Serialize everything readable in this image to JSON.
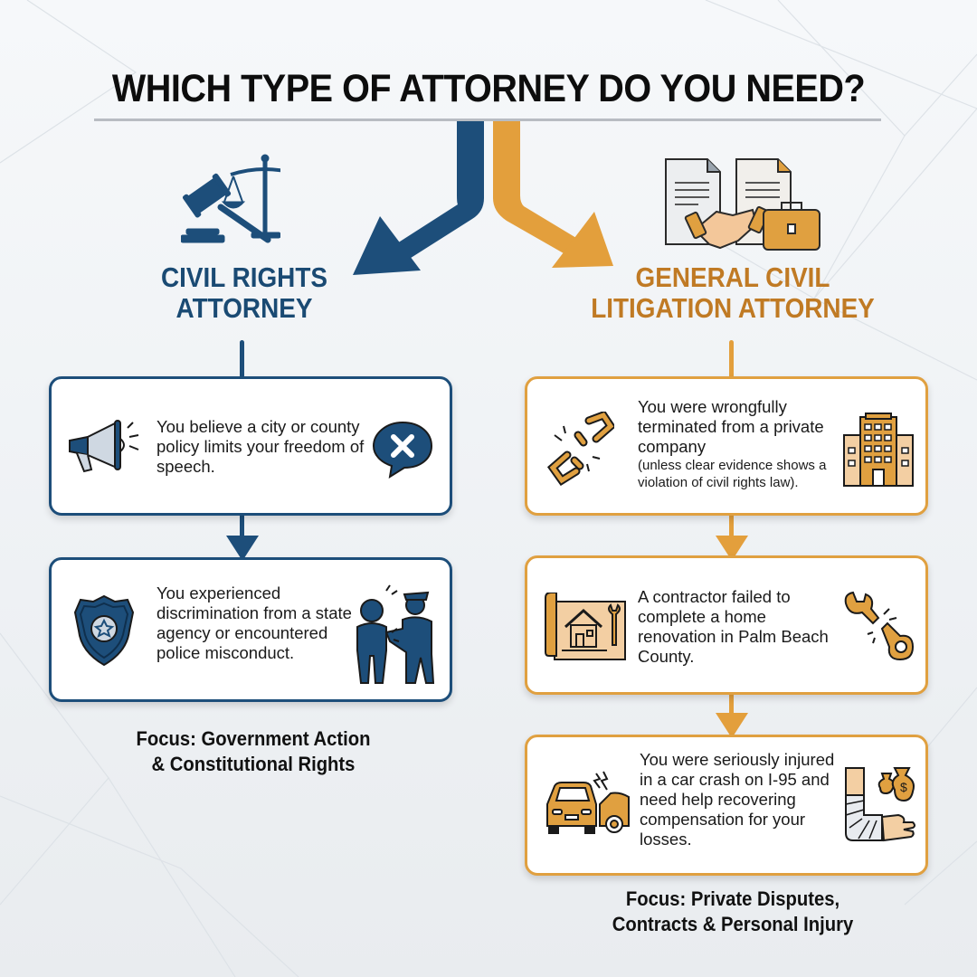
{
  "title": "WHICH TYPE OF ATTORNEY DO YOU NEED?",
  "colors": {
    "civil_rights": "#1d4e7a",
    "general_civil": "#e0a040",
    "general_civil_text": "#c07a24",
    "title": "#0d0d0d",
    "rule": "#b8bcc2"
  },
  "left": {
    "header_icon": "gavel-and-scales-icon",
    "heading_line1": "CIVIL RIGHTS",
    "heading_line2": "ATTORNEY",
    "cards": [
      {
        "left_icon": "megaphone-icon",
        "text": "You believe a city or county policy limits your freedom of speech.",
        "right_icon": "speech-bubble-x-icon"
      },
      {
        "left_icon": "police-badge-icon",
        "text": "You experienced discrimination from a state agency or encountered police misconduct.",
        "right_icon": "police-misconduct-icon"
      }
    ],
    "focus_line1": "Focus: Government Action",
    "focus_line2": "& Constitutional Rights"
  },
  "right": {
    "header_icon": "documents-handshake-briefcase-icon",
    "heading_line1": "GENERAL CIVIL",
    "heading_line2": "LITIGATION ATTORNEY",
    "cards": [
      {
        "left_icon": "broken-chain-icon",
        "text": "You were wrongfully terminated from a private company",
        "note": "(unless clear evidence shows a violation of civil rights law).",
        "right_icon": "office-building-icon"
      },
      {
        "left_icon": "house-blueprint-icon",
        "text": "A contractor failed to complete a home renovation in Palm Beach County.",
        "right_icon": "broken-wrench-icon"
      },
      {
        "left_icon": "car-crash-icon",
        "text": "You were seriously injured in a car crash on I-95 and need help recovering compensation for your losses.",
        "right_icon": "injury-compensation-icon"
      }
    ],
    "focus_line1": "Focus: Private Disputes,",
    "focus_line2": "Contracts & Personal Injury"
  }
}
